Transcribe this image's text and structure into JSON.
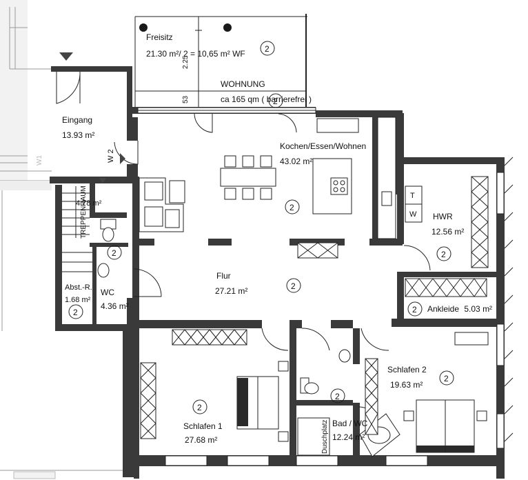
{
  "rooms": {
    "freisitz": {
      "name": "Freisitz",
      "area": "21.30 m²/ 2 = 10,65 m² WF",
      "dim_vertical": "2.25",
      "dim_small": "53"
    },
    "wohnung": {
      "title": "WOHNUNG",
      "subtitle": "ca 165 qm ( barrierefrei )"
    },
    "eingang": {
      "name": "Eingang",
      "area": "13.93 m²"
    },
    "kochen": {
      "name": "Kochen/Essen/Wohnen",
      "area": "43.02 m²"
    },
    "hwr": {
      "name": "HWR",
      "area": "12.56 m²",
      "appliance_t": "T",
      "appliance_w": "W"
    },
    "ankleide": {
      "name": "Ankleide",
      "area": "5.03 m²"
    },
    "treppenraum": {
      "name": "TREPPENRAUM",
      "area": "4.78 m²"
    },
    "flur": {
      "name": "Flur",
      "area": "27.21 m²"
    },
    "wc": {
      "name": "WC",
      "area": "4.36 m²"
    },
    "abst": {
      "name": "Abst.-R.",
      "area": "1.68 m²"
    },
    "schlafen1": {
      "name": "Schlafen 1",
      "area": "27.68 m²"
    },
    "schlafen2": {
      "name": "Schlafen 2",
      "area": "19.63 m²"
    },
    "bad": {
      "name": "Bad / WC",
      "area": "12.24 m²",
      "shower": "Duschplatz"
    }
  },
  "labels": {
    "w2": "W 2",
    "w1": "W1"
  },
  "unit_badge": "2"
}
